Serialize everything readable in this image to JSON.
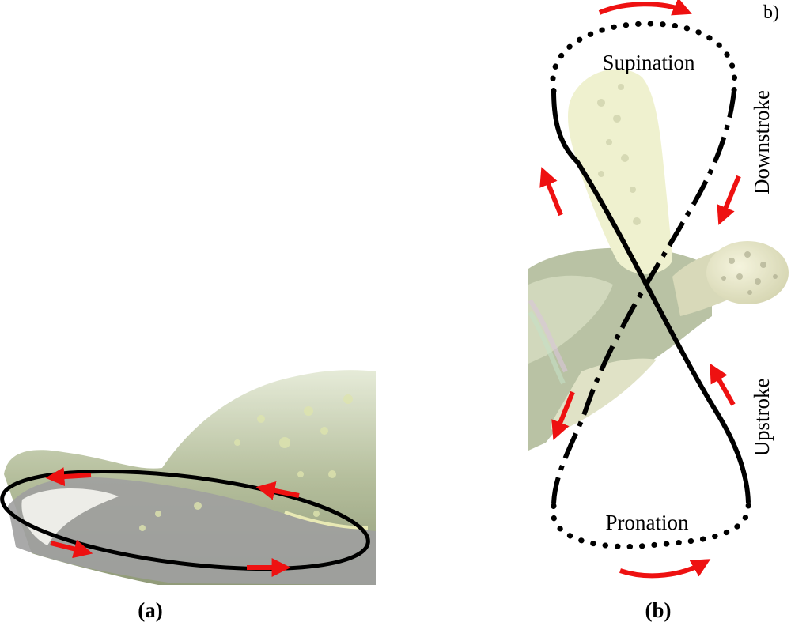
{
  "panel_a": {
    "caption": "(a)"
  },
  "panel_b": {
    "caption": "(b)",
    "corner_label": "b)",
    "top_label": "Supination",
    "bottom_label": "Pronation",
    "right_upper_label": "Downstroke",
    "right_lower_label": "Upstroke"
  },
  "colors": {
    "path": "#000000",
    "arrow": "#ee1111",
    "shell_dark": "#8a9670",
    "shell_light": "#dfe6cc",
    "flipper": "#eceec4",
    "shadow": "#8f8f8f"
  }
}
